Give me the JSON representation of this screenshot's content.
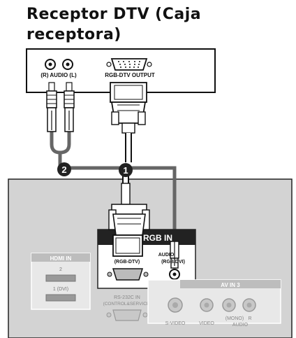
{
  "title": "Receptor DTV (Caja receptora)",
  "receiver": {
    "audio_label": "(R) AUDIO (L)",
    "rgb_label": "RGB-DTV OUTPUT"
  },
  "callouts": [
    "1",
    "2"
  ],
  "tv_panel": {
    "rgb_in_label": "RGB IN",
    "rgb_dtv_label": "(RGB-DTV)",
    "audio_rgb_dvi_label": "AUDIO",
    "audio_rgb_dvi_sub": "(RGB/DVI)",
    "hdmi_in_label": "HDMI IN",
    "hdmi_2_label": "2",
    "hdmi_1_label": "1 (DVI)",
    "rs232c_label": "RS-232C IN",
    "rs232c_sub": "(CONTROL&SERVICE)",
    "av_in_label": "AV IN 3",
    "svideo_label": "S-VIDEO",
    "video_label": "VIDEO",
    "mono_label": "(MONO)",
    "r_label": "R",
    "audio_label": "AUDIO"
  }
}
